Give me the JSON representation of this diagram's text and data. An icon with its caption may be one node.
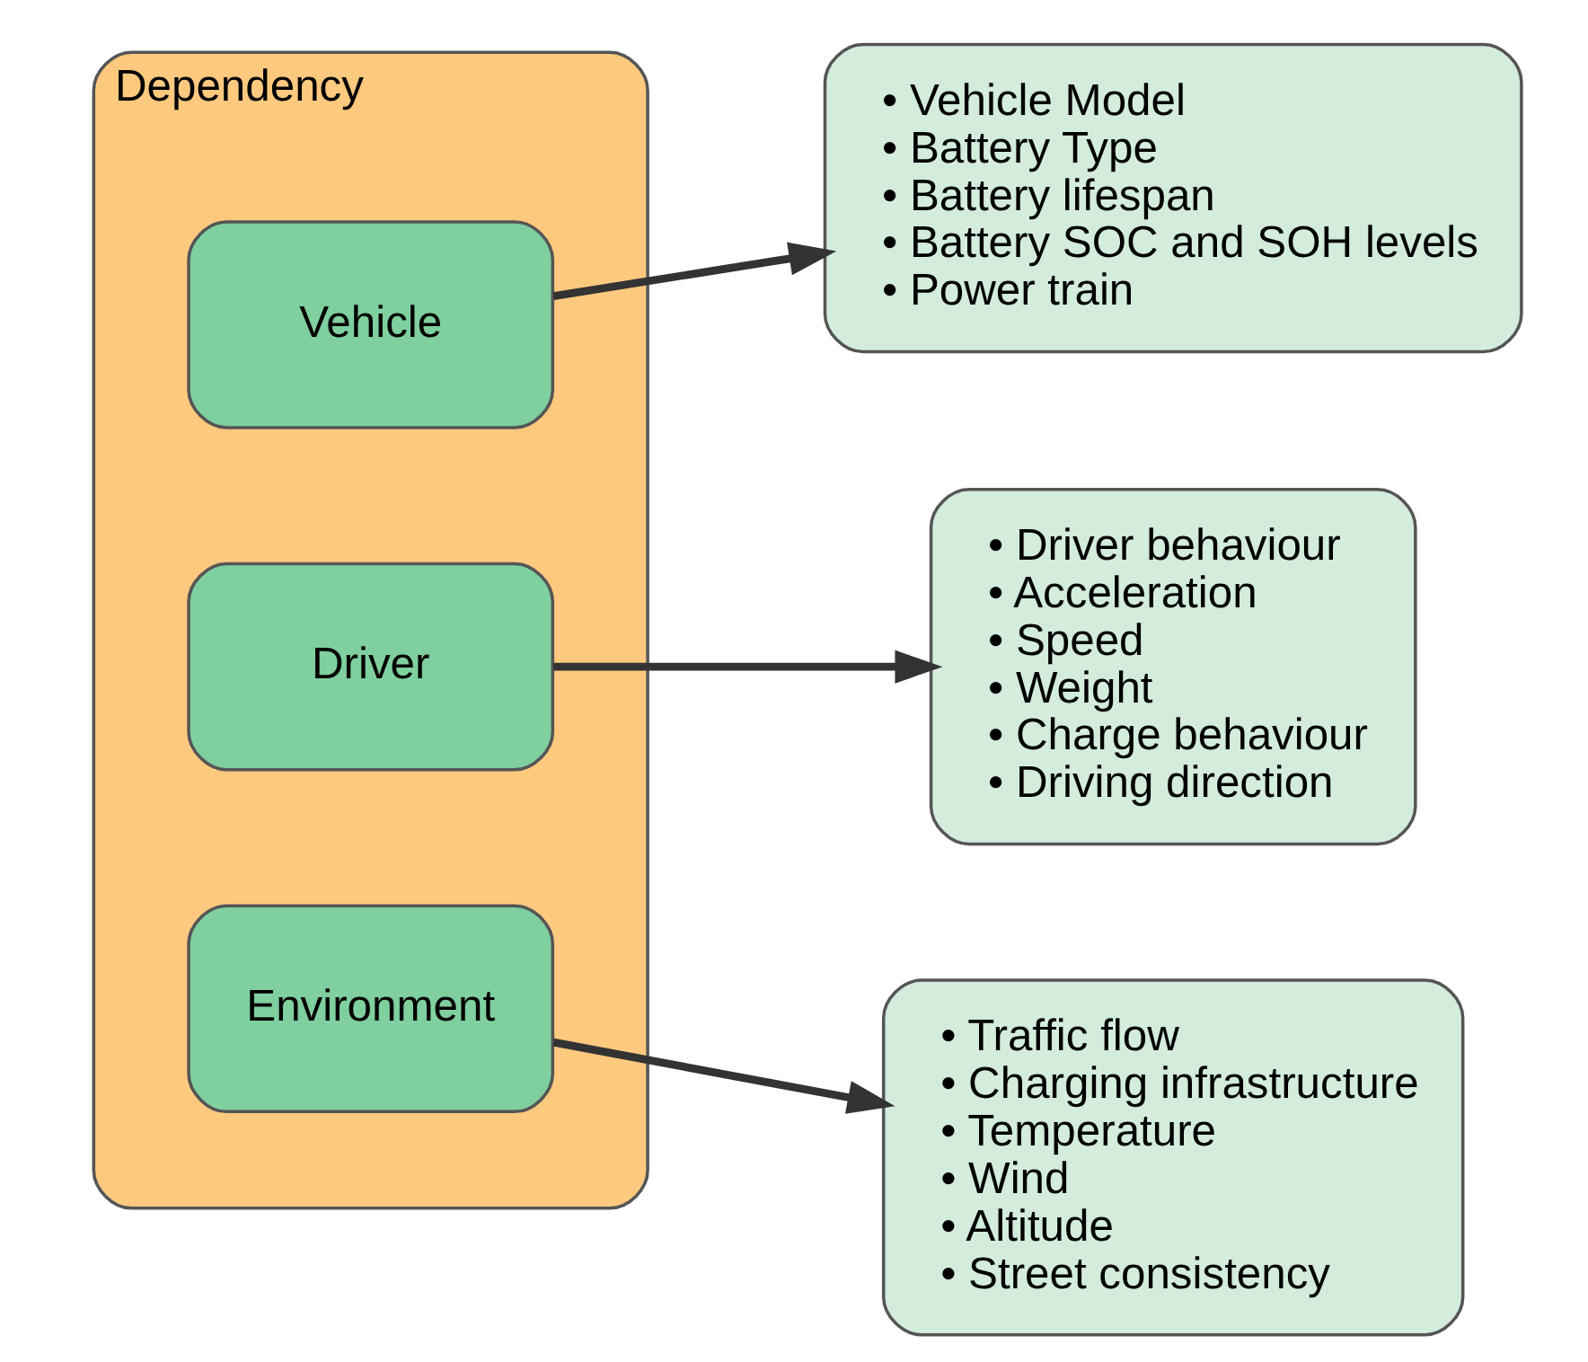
{
  "diagram": {
    "nodes": [
      {
        "text": [
          "Dependency"
        ]
      },
      {
        "text": [
          "Vehicle"
        ],
        "in": 0
      },
      {
        "text": [
          "Driver"
        ],
        "in": 0
      },
      {
        "text": [
          "Environment"
        ],
        "in": 0
      },
      {
        "text": [
          "• Vehicle Model",
          "• Battery Type",
          "• Battery lifespan",
          "• Battery SOC and SOH levels",
          "• Power train"
        ]
      },
      {
        "text": [
          "• Driver behaviour",
          "• Acceleration",
          "• Speed",
          "• Weight",
          "• Charge behaviour",
          "• Driving direction"
        ]
      },
      {
        "text": [
          "• Traffic flow",
          "• Charging infrastructure",
          "• Temperature",
          "• Wind",
          "• Altitude",
          "• Street consistency"
        ]
      }
    ],
    "edges": [
      {
        "from": 1,
        "to": 4,
        "arrow": "to"
      },
      {
        "from": 2,
        "to": 5,
        "arrow": "to"
      },
      {
        "from": 3,
        "to": 6,
        "arrow": "to"
      }
    ]
  }
}
